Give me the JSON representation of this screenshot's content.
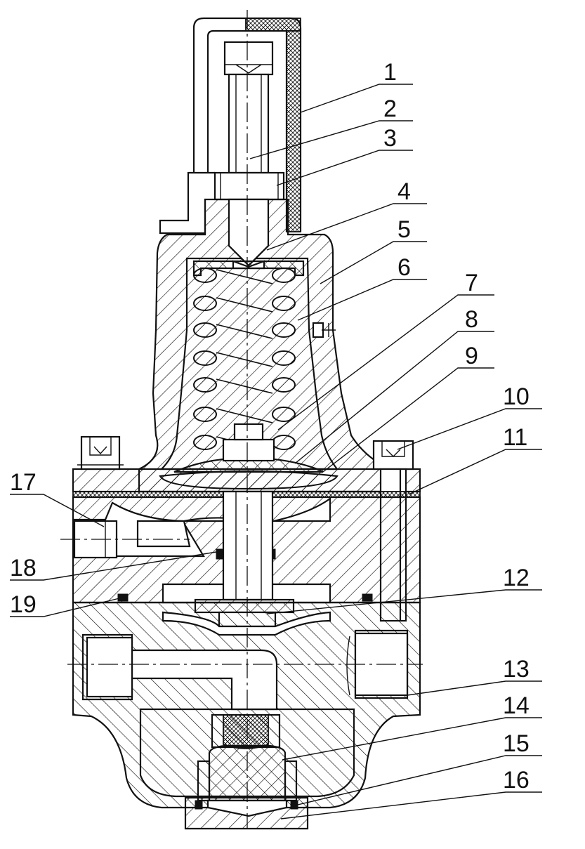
{
  "diagram": {
    "callouts": [
      {
        "id": "c1",
        "text": "1"
      },
      {
        "id": "c2",
        "text": "2"
      },
      {
        "id": "c3",
        "text": "3"
      },
      {
        "id": "c4",
        "text": "4"
      },
      {
        "id": "c5",
        "text": "5"
      },
      {
        "id": "c6",
        "text": "6"
      },
      {
        "id": "c7",
        "text": "7"
      },
      {
        "id": "c8",
        "text": "8"
      },
      {
        "id": "c9",
        "text": "9"
      },
      {
        "id": "c10",
        "text": "10"
      },
      {
        "id": "c11",
        "text": "11"
      },
      {
        "id": "c12",
        "text": "12"
      },
      {
        "id": "c13",
        "text": "13"
      },
      {
        "id": "c14",
        "text": "14"
      },
      {
        "id": "c15",
        "text": "15"
      },
      {
        "id": "c16",
        "text": "16"
      },
      {
        "id": "c17",
        "text": "17"
      },
      {
        "id": "c18",
        "text": "18"
      },
      {
        "id": "c19",
        "text": "19"
      }
    ],
    "colors": {
      "line": "#111111",
      "background": "#ffffff"
    }
  }
}
